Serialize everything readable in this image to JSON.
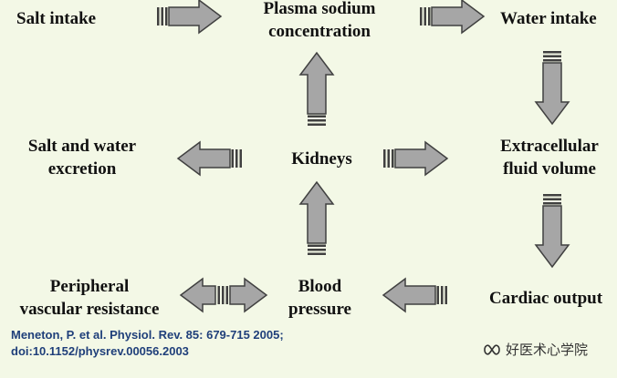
{
  "nodes": {
    "salt_intake": "Salt intake",
    "plasma_sodium": "Plasma sodium\nconcentration",
    "water_intake": "Water intake",
    "salt_water_excretion": "Salt and water\nexcretion",
    "kidneys": "Kidneys",
    "ecf_volume": "Extracellular\nfluid volume",
    "peripheral_resistance": "Peripheral\nvascular resistance",
    "blood_pressure": "Blood\npressure",
    "cardiac_output": "Cardiac output"
  },
  "citation": "Meneton, P. et al. Physiol. Rev. 85: 679-715 2005;\ndoi:10.1152/physrev.00056.2003",
  "watermark": {
    "text": "好医术心学院",
    "icon": "wechat-channel-icon"
  },
  "colors": {
    "background": "#f3f8e6",
    "arrow_fill": "#a6a6a6",
    "arrow_stroke": "#404040",
    "citation_text": "#1f3f7a"
  }
}
